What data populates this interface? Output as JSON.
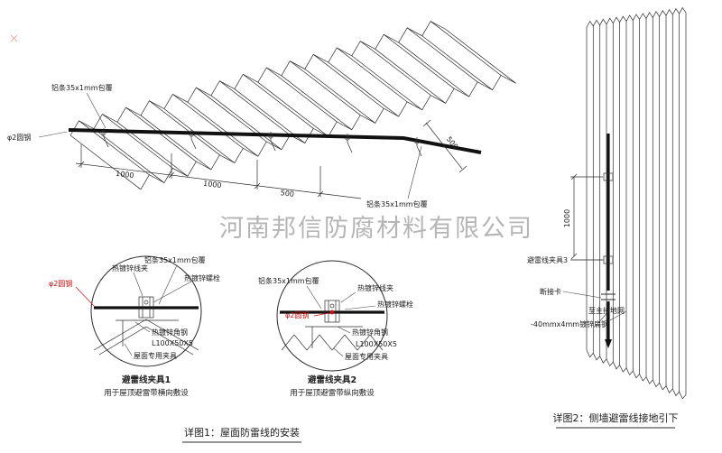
{
  "watermark": "河南邦信防腐材料有限公司",
  "roof": {
    "strip_label_top": "铝条35x1mm包覆",
    "strip_label_bottom": "铝条35x1mm包覆",
    "rod_label": "φ2圆钢",
    "dim_a": "1000",
    "dim_b": "1000",
    "dim_c": "500",
    "dim_d": "500"
  },
  "detail1": {
    "labels": {
      "clamp": "热镀锌线夹",
      "strip": "铝条35x1mm包覆",
      "bolt": "热镀锌螺栓",
      "rod": "φ2圆钢",
      "angle": "热镀锌角钢",
      "angle_size": "L100X50X5",
      "fixture": "屋面专用夹具"
    },
    "title": "避雷线夹具1",
    "subtitle": "用于屋顶避雷带横向敷设"
  },
  "detail2": {
    "labels": {
      "clamp": "热镀锌线夹",
      "strip": "铝条35x1mm包覆",
      "bolt": "热镀锌螺栓",
      "rod": "φ2圆钢",
      "angle": "热镀锌角钢",
      "angle_size": "L100X50X5",
      "fixture": "屋面专用夹具"
    },
    "title": "避雷线夹具2",
    "subtitle": "用于屋顶避雷带纵向敷设"
  },
  "wall": {
    "dim": "1000",
    "labels": {
      "clamp3": "避雷线夹具3",
      "disconnect": "断接卡",
      "ground": "至主接地网",
      "flat_steel": "-40mmx4mm镀锌扁钢"
    }
  },
  "captions": {
    "c1": "详图1：屋面防雷线的安装",
    "c2": "详图2：侧墙避雷线接地引下"
  },
  "colors": {
    "line": "#2b2b2b",
    "red": "#cc1111",
    "watermark": "#a9a9a9"
  }
}
